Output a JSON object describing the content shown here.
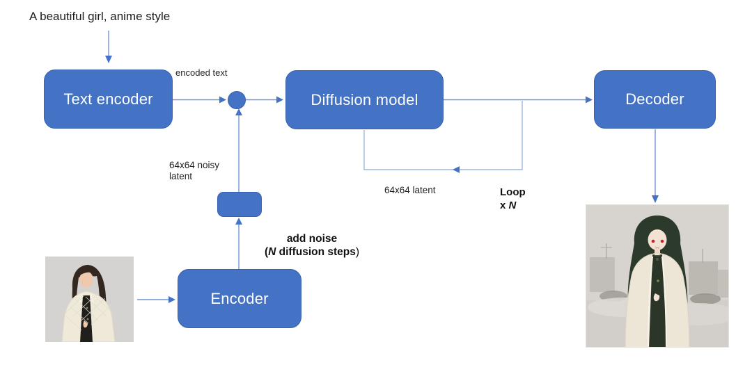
{
  "prompt": {
    "text": "A beautiful girl, anime style"
  },
  "nodes": {
    "text_encoder": "Text encoder",
    "diffusion_model": "Diffusion model",
    "decoder": "Decoder",
    "encoder": "Encoder"
  },
  "labels": {
    "encoded_text": "encoded text",
    "noisy_latent": "64x64 noisy latent",
    "latent": "64x64 latent",
    "loop_word": "Loop",
    "loop_x": "x ",
    "loop_n": "N",
    "add_noise_line1": "add noise",
    "add_noise_open": "(",
    "add_noise_n": "N",
    "add_noise_rest": " diffusion steps",
    "add_noise_close": ")"
  },
  "images": {
    "input_photo_alt": "photo of a woman with long dark hair in a cream quilted jacket",
    "output_image_alt": "anime-style girl with dark green hair and red eyes in a cream jacket"
  },
  "colors": {
    "node_fill": "#4472c4",
    "node_border": "#3a61ad",
    "node_text": "#ffffff",
    "connector": "#6f93d6",
    "loop_connector": "#9cb6e2",
    "arrowhead": "#4472c4",
    "text": "#1c1c1c"
  }
}
